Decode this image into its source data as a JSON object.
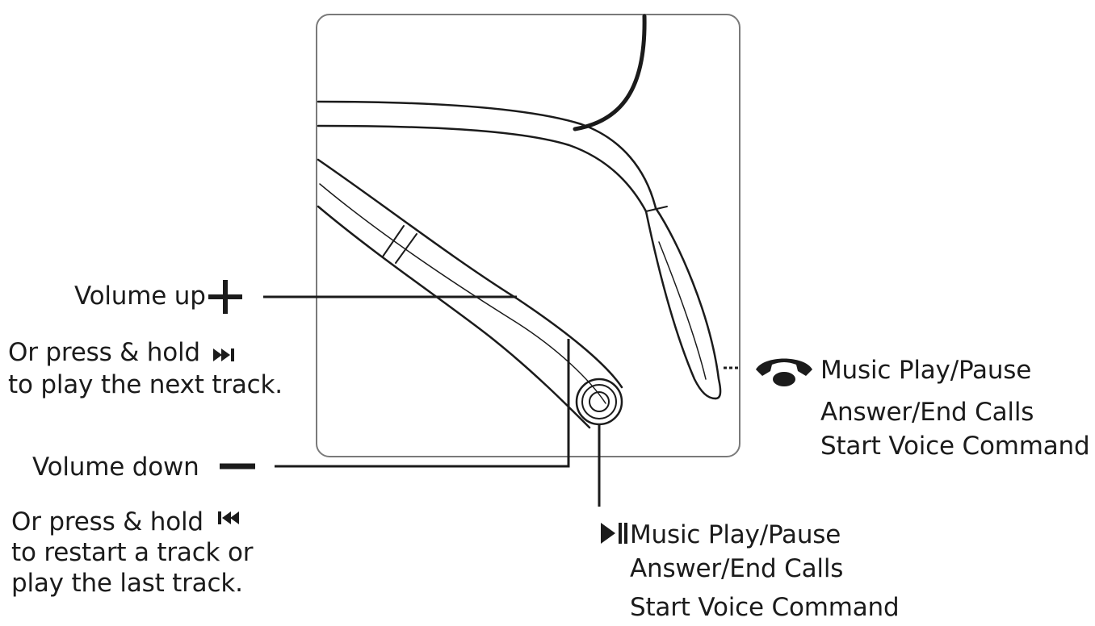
{
  "diagram": {
    "volume_up": {
      "label": "Volume up",
      "icon": "plus-icon"
    },
    "next_track": {
      "line1": "Or press & hold",
      "line2": "to play the next track.",
      "icon": "next-track-icon"
    },
    "volume_down": {
      "label": "Volume down",
      "icon": "minus-icon"
    },
    "previous_track": {
      "line1": "Or press & hold",
      "line2": "to restart a track or",
      "line3": "play the last track.",
      "icon": "previous-track-icon"
    },
    "phone_button": {
      "icon": "phone-icon",
      "line1": "Music Play/Pause",
      "line2": "Answer/End Calls",
      "line3": "Start Voice Command"
    },
    "center_button": {
      "icon": "play-pause-icon",
      "line1": "Music Play/Pause",
      "line2": "Answer/End Calls",
      "line3": "Start Voice Command"
    },
    "colors": {
      "ink": "#1b1b1b",
      "frame": "#888888"
    }
  }
}
